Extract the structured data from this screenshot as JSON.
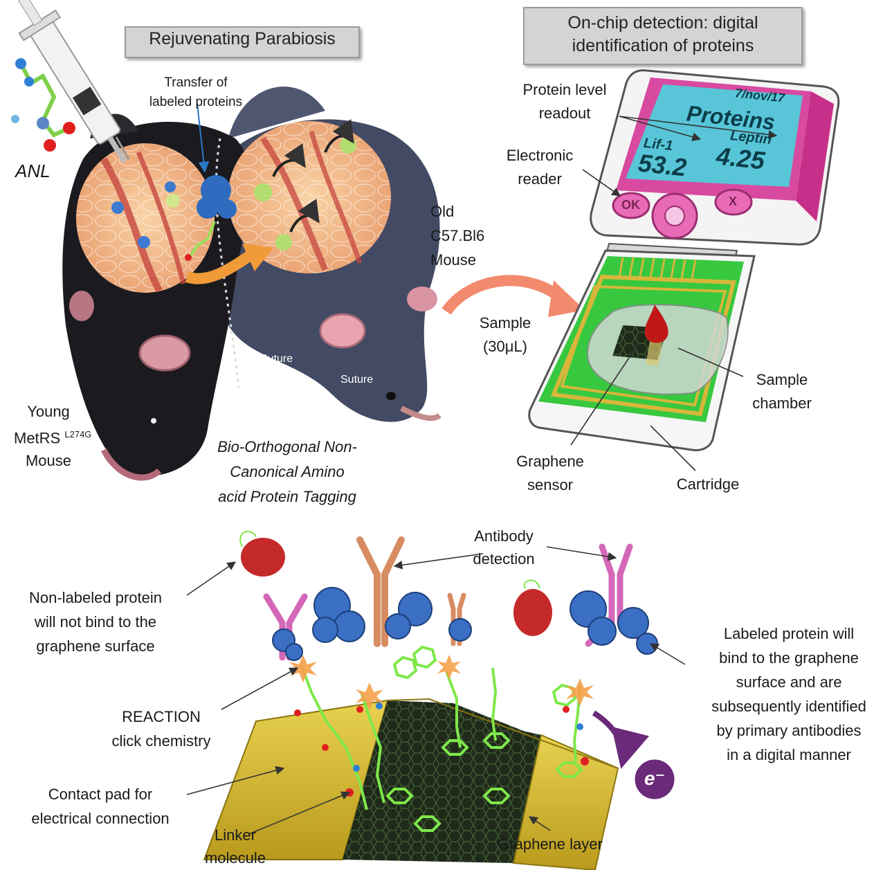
{
  "titles": {
    "parabiosis": "Rejuvenating Parabiosis",
    "onchip_line1": "On-chip detection: digital",
    "onchip_line2": "identification of proteins"
  },
  "labels": {
    "anl": "ANL",
    "transfer_1": "Transfer of",
    "transfer_2": "labeled proteins",
    "old_1": "Old",
    "old_2": "C57.Bl6",
    "old_3": "Mouse",
    "young_1": "Young",
    "young_2": "MetRS",
    "young_sup": "L274G",
    "young_3": "Mouse",
    "suture_a": "Suture",
    "suture_b": "Suture",
    "bonc_1": "Bio-Orthogonal Non-",
    "bonc_2": "Canonical Amino",
    "bonc_3": "acid Protein Tagging",
    "protein_readout_1": "Protein level",
    "protein_readout_2": "readout",
    "reader_1": "Electronic",
    "reader_2": "reader",
    "sample_1": "Sample",
    "sample_2": "(30μL)",
    "chamber_1": "Sample",
    "chamber_2": "chamber",
    "graphene_sensor_1": "Graphene",
    "graphene_sensor_2": "sensor",
    "cartridge": "Cartridge",
    "antibody_1": "Antibody",
    "antibody_2": "detection",
    "nonlabeled_1": "Non-labeled protein",
    "nonlabeled_2": "will not bind to the",
    "nonlabeled_3": "graphene surface",
    "labeled_1": "Labeled protein will",
    "labeled_2": "bind to the graphene",
    "labeled_3": "surface and are",
    "labeled_4": "subsequently identified",
    "labeled_5": "by primary antibodies",
    "labeled_6": "in a digital manner",
    "reaction_1": "REACTION",
    "reaction_2": "click chemistry",
    "contact_1": "Contact pad for",
    "contact_2": "electrical connection",
    "linker_1": "Linker",
    "linker_2": "molecule",
    "graphene_layer": "Graphene layer",
    "electron": "e⁻"
  },
  "device": {
    "date": "7/nov/17",
    "heading": "Proteins",
    "name_1": "Lif-1",
    "name_2": "Leptin",
    "value_1": "53.2",
    "value_2": "4.25",
    "button_ok": "OK",
    "button_x": "X"
  },
  "colors": {
    "title_box": "#d4d4d4",
    "lcd": "#58c6d8",
    "device_accent": "#d84aa0",
    "graphene": "#7ee84a",
    "gold": "#d9c23a",
    "sample_arrow": "#f28a6e",
    "electron": "#6b2a7a"
  }
}
